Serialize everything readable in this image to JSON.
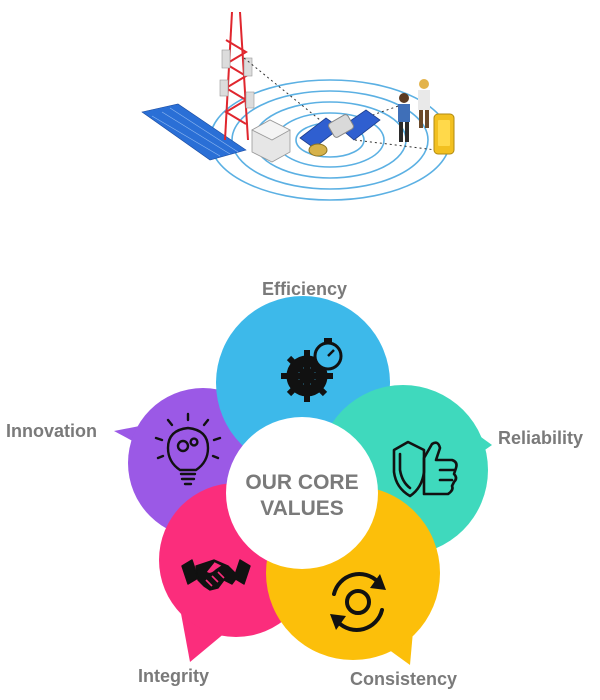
{
  "center": {
    "line1": "OUR CORE",
    "line2": "VALUES"
  },
  "values": [
    {
      "key": "efficiency",
      "label": "Efficiency",
      "color": "#3db9ea",
      "icon": "stopwatch-gear-icon"
    },
    {
      "key": "reliability",
      "label": "Reliability",
      "color": "#3fd9bd",
      "icon": "thumbs-up-shield-icon"
    },
    {
      "key": "consistency",
      "label": "Consistency",
      "color": "#fcbf0a",
      "icon": "cycle-arrows-icon"
    },
    {
      "key": "integrity",
      "label": "Integrity",
      "color": "#fb2d7c",
      "icon": "handshake-icon"
    },
    {
      "key": "innovation",
      "label": "Innovation",
      "color": "#9b59e6",
      "icon": "lightbulb-gears-icon"
    }
  ],
  "illustration": {
    "icon": "satellite-network-illustration"
  }
}
